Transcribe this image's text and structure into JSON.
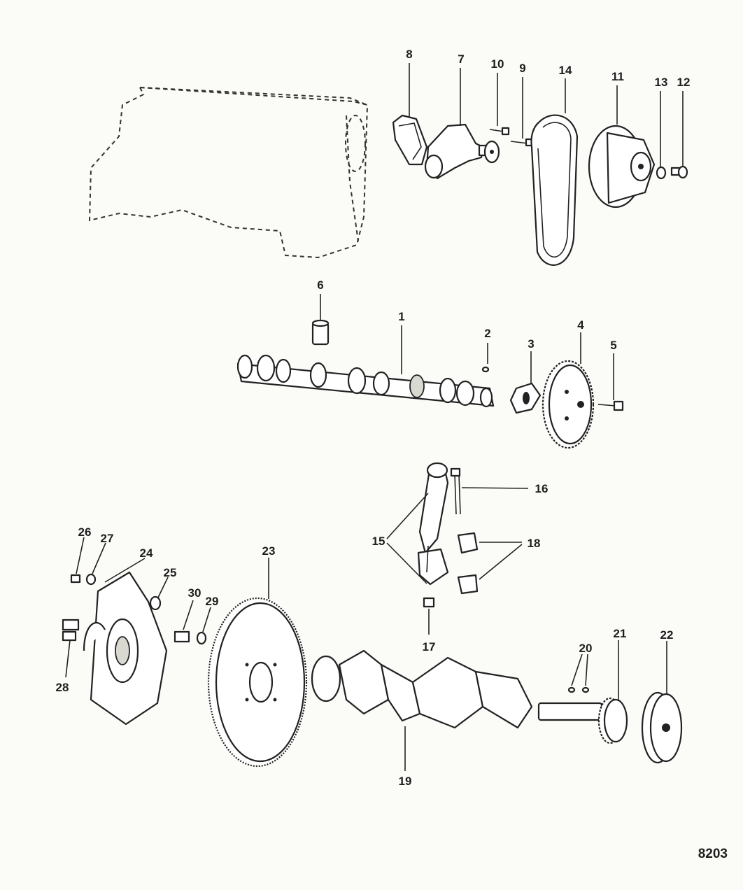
{
  "figure_number": "8203",
  "callouts": [
    "1",
    "2",
    "3",
    "4",
    "5",
    "6",
    "7",
    "8",
    "9",
    "10",
    "11",
    "12",
    "13",
    "14",
    "15",
    "16",
    "17",
    "18",
    "19",
    "20",
    "21",
    "22",
    "23",
    "24",
    "25",
    "26",
    "27",
    "28",
    "29",
    "30"
  ]
}
